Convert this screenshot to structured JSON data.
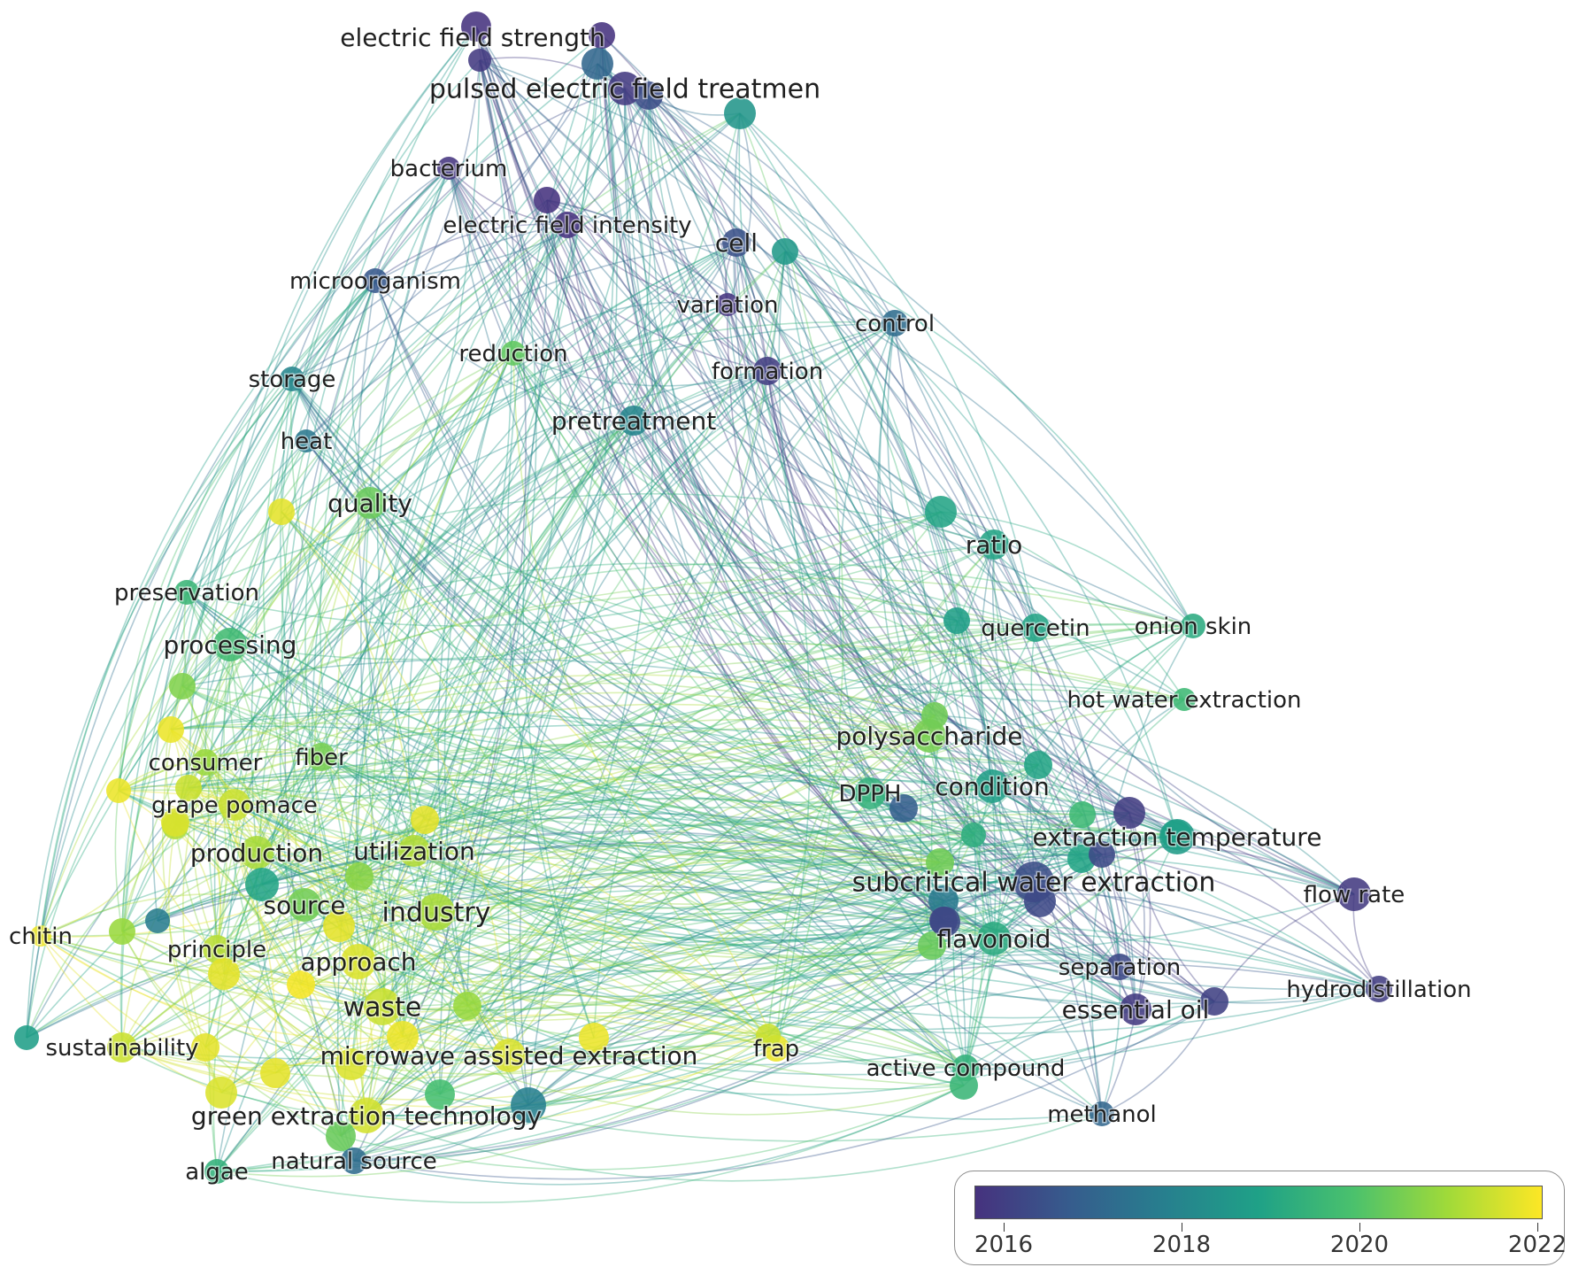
{
  "network": {
    "nodes": [
      {
        "id": "electric field strength",
        "label": "electric field strength",
        "year": 2015.6,
        "size": 17,
        "fs": 28
      },
      {
        "id": "pulsed electric field treatmen",
        "label": "pulsed electric field treatmen",
        "year": 2015.8,
        "size": 19,
        "fs": 30
      },
      {
        "id": "bacterium",
        "label": "bacterium",
        "year": 2015.7,
        "size": 13,
        "fs": 26
      },
      {
        "id": "electric field intensity",
        "label": "electric field intensity",
        "year": 2015.6,
        "size": 15,
        "fs": 26
      },
      {
        "id": "cell",
        "label": "cell",
        "year": 2016.4,
        "size": 16,
        "fs": 28
      },
      {
        "id": "microorganism",
        "label": "microorganism",
        "year": 2016.6,
        "size": 14,
        "fs": 26
      },
      {
        "id": "variation",
        "label": "variation",
        "year": 2015.7,
        "size": 13,
        "fs": 26
      },
      {
        "id": "control",
        "label": "control",
        "year": 2017.2,
        "size": 15,
        "fs": 26
      },
      {
        "id": "reduction",
        "label": "reduction",
        "year": 2020.3,
        "size": 14,
        "fs": 26
      },
      {
        "id": "formation",
        "label": "formation",
        "year": 2015.9,
        "size": 16,
        "fs": 26
      },
      {
        "id": "storage",
        "label": "storage",
        "year": 2018.0,
        "size": 14,
        "fs": 26
      },
      {
        "id": "pretreatment",
        "label": "pretreatment",
        "year": 2018.0,
        "size": 17,
        "fs": 28
      },
      {
        "id": "heat",
        "label": "heat",
        "year": 2017.6,
        "size": 13,
        "fs": 26
      },
      {
        "id": "quality",
        "label": "quality",
        "year": 2020.4,
        "size": 18,
        "fs": 28
      },
      {
        "id": "ratio",
        "label": "ratio",
        "year": 2019.0,
        "size": 17,
        "fs": 28
      },
      {
        "id": "preservation",
        "label": "preservation",
        "year": 2019.6,
        "size": 14,
        "fs": 26
      },
      {
        "id": "quercetin",
        "label": "quercetin",
        "year": 2019.0,
        "size": 16,
        "fs": 26
      },
      {
        "id": "onion skin",
        "label": "onion skin",
        "year": 2019.2,
        "size": 14,
        "fs": 26
      },
      {
        "id": "processing",
        "label": "processing",
        "year": 2019.8,
        "size": 19,
        "fs": 28
      },
      {
        "id": "hot water extraction",
        "label": "hot water extraction",
        "year": 2019.7,
        "size": 13,
        "fs": 26
      },
      {
        "id": "polysaccharide",
        "label": "polysaccharide",
        "year": 2020.6,
        "size": 19,
        "fs": 28
      },
      {
        "id": "fiber",
        "label": "fiber",
        "year": 2020.6,
        "size": 16,
        "fs": 26
      },
      {
        "id": "consumer",
        "label": "consumer",
        "year": 2021.0,
        "size": 15,
        "fs": 26
      },
      {
        "id": "condition",
        "label": "condition",
        "year": 2018.8,
        "size": 19,
        "fs": 28
      },
      {
        "id": "DPPH",
        "label": "DPPH",
        "year": 2019.4,
        "size": 18,
        "fs": 26
      },
      {
        "id": "grape pomace",
        "label": "grape pomace",
        "year": 2021.6,
        "size": 18,
        "fs": 26
      },
      {
        "id": "extraction temperature",
        "label": "extraction temperature",
        "year": 2018.7,
        "size": 20,
        "fs": 28
      },
      {
        "id": "production",
        "label": "production",
        "year": 2021.2,
        "size": 19,
        "fs": 28
      },
      {
        "id": "utilization",
        "label": "utilization",
        "year": 2021.3,
        "size": 18,
        "fs": 28
      },
      {
        "id": "subcritical water extraction",
        "label": "subcritical water extraction",
        "year": 2016.3,
        "size": 23,
        "fs": 30
      },
      {
        "id": "flow rate",
        "label": "flow rate",
        "year": 2015.8,
        "size": 19,
        "fs": 26
      },
      {
        "id": "source",
        "label": "source",
        "year": 2020.5,
        "size": 19,
        "fs": 28
      },
      {
        "id": "industry",
        "label": "industry",
        "year": 2021.2,
        "size": 21,
        "fs": 30
      },
      {
        "id": "chitin",
        "label": "chitin",
        "year": 2022.0,
        "size": 12,
        "fs": 26
      },
      {
        "id": "principle",
        "label": "principle",
        "year": 2021.4,
        "size": 16,
        "fs": 26
      },
      {
        "id": "flavonoid",
        "label": "flavonoid",
        "year": 2019.2,
        "size": 19,
        "fs": 28
      },
      {
        "id": "approach",
        "label": "approach",
        "year": 2021.8,
        "size": 20,
        "fs": 28
      },
      {
        "id": "separation",
        "label": "separation",
        "year": 2016.2,
        "size": 15,
        "fs": 26
      },
      {
        "id": "hydrodistillation",
        "label": "hydrodistillation",
        "year": 2015.9,
        "size": 15,
        "fs": 26
      },
      {
        "id": "essential oil",
        "label": "essential oil",
        "year": 2015.8,
        "size": 18,
        "fs": 28
      },
      {
        "id": "waste",
        "label": "waste",
        "year": 2021.6,
        "size": 21,
        "fs": 30
      },
      {
        "id": "sustainability",
        "label": "sustainability",
        "year": 2021.6,
        "size": 17,
        "fs": 26
      },
      {
        "id": "microwave assisted extraction",
        "label": "microwave assisted extraction",
        "year": 2021.8,
        "size": 19,
        "fs": 28
      },
      {
        "id": "frap",
        "label": "frap",
        "year": 2022.0,
        "size": 15,
        "fs": 26
      },
      {
        "id": "active compound",
        "label": "active compound",
        "year": 2019.4,
        "size": 15,
        "fs": 26
      },
      {
        "id": "green extraction technology",
        "label": "green extraction technology",
        "year": 2021.7,
        "size": 20,
        "fs": 28
      },
      {
        "id": "methanol",
        "label": "methanol",
        "year": 2017.0,
        "size": 14,
        "fs": 26
      },
      {
        "id": "natural source",
        "label": "natural source",
        "year": 2017.2,
        "size": 15,
        "fs": 26
      },
      {
        "id": "algae",
        "label": "algae",
        "year": 2019.4,
        "size": 14,
        "fs": 26
      },
      {
        "id": "n_ef_a",
        "label": "",
        "year": 2015.5,
        "size": 15
      },
      {
        "id": "n_ef_b",
        "label": "",
        "year": 2015.8,
        "size": 13
      },
      {
        "id": "n_pef_a",
        "label": "",
        "year": 2017.0,
        "size": 18
      },
      {
        "id": "n_pef_b",
        "label": "",
        "year": 2016.3,
        "size": 16
      },
      {
        "id": "n_top_teal",
        "label": "",
        "year": 2018.5,
        "size": 18
      },
      {
        "id": "n_mid_purple",
        "label": "",
        "year": 2015.6,
        "size": 15
      },
      {
        "id": "n_cell_teal",
        "label": "",
        "year": 2018.6,
        "size": 15
      },
      {
        "id": "n_ratio_up",
        "label": "",
        "year": 2019.0,
        "size": 18
      },
      {
        "id": "n_quer_l",
        "label": "",
        "year": 2018.8,
        "size": 15
      },
      {
        "id": "n_yel_1",
        "label": "",
        "year": 2021.9,
        "size": 15
      },
      {
        "id": "n_proc_l",
        "label": "",
        "year": 2020.7,
        "size": 15
      },
      {
        "id": "n_poly_up",
        "label": "",
        "year": 2020.5,
        "size": 15
      },
      {
        "id": "n_cond_r",
        "label": "",
        "year": 2019.0,
        "size": 16
      },
      {
        "id": "n_dpph_r",
        "label": "",
        "year": 2016.8,
        "size": 16
      },
      {
        "id": "n_yel_2",
        "label": "",
        "year": 2022.0,
        "size": 14
      },
      {
        "id": "n_ext_a",
        "label": "",
        "year": 2019.3,
        "size": 14
      },
      {
        "id": "n_ext_b",
        "label": "",
        "year": 2015.9,
        "size": 18
      },
      {
        "id": "n_ext_c",
        "label": "",
        "year": 2019.7,
        "size": 15
      },
      {
        "id": "n_ext_d",
        "label": "",
        "year": 2019.0,
        "size": 16
      },
      {
        "id": "n_ext_e",
        "label": "",
        "year": 2018.9,
        "size": 17
      },
      {
        "id": "n_ext_f",
        "label": "",
        "year": 2016.2,
        "size": 15
      },
      {
        "id": "n_swe_a",
        "label": "",
        "year": 2017.6,
        "size": 17
      },
      {
        "id": "n_swe_b",
        "label": "",
        "year": 2016.2,
        "size": 18
      },
      {
        "id": "n_flo_a",
        "label": "",
        "year": 2020.5,
        "size": 16
      },
      {
        "id": "n_flo_b",
        "label": "",
        "year": 2016.0,
        "size": 16
      },
      {
        "id": "n_prod_a",
        "label": "",
        "year": 2021.9,
        "size": 16
      },
      {
        "id": "n_prod_b",
        "label": "",
        "year": 2021.3,
        "size": 15
      },
      {
        "id": "n_util_a",
        "label": "",
        "year": 2020.8,
        "size": 16
      },
      {
        "id": "n_src_a",
        "label": "",
        "year": 2019.0,
        "size": 19
      },
      {
        "id": "n_prin_a",
        "label": "",
        "year": 2017.7,
        "size": 14
      },
      {
        "id": "n_prin_b",
        "label": "",
        "year": 2021.0,
        "size": 15
      },
      {
        "id": "n_ind_a",
        "label": "",
        "year": 2021.9,
        "size": 18
      },
      {
        "id": "n_app_a",
        "label": "",
        "year": 2021.9,
        "size": 18
      },
      {
        "id": "n_app_b",
        "label": "",
        "year": 2022.1,
        "size": 16
      },
      {
        "id": "n_wst_a",
        "label": "",
        "year": 2021.0,
        "size": 16
      },
      {
        "id": "n_wst_b",
        "label": "",
        "year": 2022.0,
        "size": 18
      },
      {
        "id": "n_sus_a",
        "label": "",
        "year": 2018.8,
        "size": 14
      },
      {
        "id": "n_sus_b",
        "label": "",
        "year": 2021.9,
        "size": 16
      },
      {
        "id": "n_mae_a",
        "label": "",
        "year": 2022.0,
        "size": 17
      },
      {
        "id": "n_mae_b",
        "label": "",
        "year": 2021.8,
        "size": 18
      },
      {
        "id": "n_mae_c",
        "label": "",
        "year": 2021.9,
        "size": 17
      },
      {
        "id": "n_gre_a",
        "label": "",
        "year": 2019.9,
        "size": 17
      },
      {
        "id": "n_gre_b",
        "label": "",
        "year": 2017.8,
        "size": 20
      },
      {
        "id": "n_gre_c",
        "label": "",
        "year": 2020.4,
        "size": 17
      },
      {
        "id": "n_gre_d",
        "label": "",
        "year": 2021.8,
        "size": 18
      },
      {
        "id": "n_con_a",
        "label": "",
        "year": 2021.6,
        "size": 15
      },
      {
        "id": "n_con_b",
        "label": "",
        "year": 2022.0,
        "size": 15
      },
      {
        "id": "n_gra_a",
        "label": "",
        "year": 2021.8,
        "size": 16
      },
      {
        "id": "n_ess_a",
        "label": "",
        "year": 2016.0,
        "size": 16
      },
      {
        "id": "n_act_a",
        "label": "",
        "year": 2019.6,
        "size": 16
      },
      {
        "id": "n_frp_a",
        "label": "",
        "year": 2021.6,
        "size": 14
      },
      {
        "id": "n_flv_a",
        "label": "",
        "year": 2020.4,
        "size": 16
      },
      {
        "id": "n_flv_b",
        "label": "",
        "year": 2016.2,
        "size": 17
      }
    ],
    "year_min": 2015.6,
    "year_max": 2022.2
  },
  "legend": {
    "ticks": [
      "2016",
      "2018",
      "2020",
      "2022"
    ],
    "tick_years": [
      2016,
      2018,
      2020,
      2022
    ],
    "colors": [
      "#46327e",
      "#365c8d",
      "#277f8e",
      "#1fa187",
      "#4ac16d",
      "#a0da39",
      "#fde725"
    ]
  }
}
